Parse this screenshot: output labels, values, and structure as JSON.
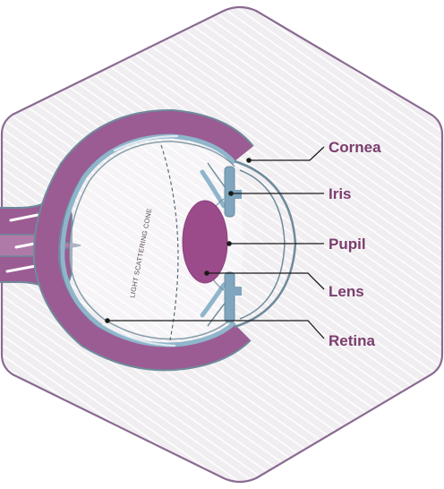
{
  "diagram": {
    "cone_label": "LIGHT SCATTERING CONE",
    "labels": {
      "cornea": "Cornea",
      "iris": "Iris",
      "pupil": "Pupil",
      "lens": "Lens",
      "retina": "Retina"
    }
  },
  "colors": {
    "hexagon_border": "#8a6a92",
    "hexagon_fill": "#f4f2f4",
    "stripe": "#ffffff",
    "eye_wall": "#9b5c93",
    "eye_outline": "#6f8b9b",
    "choroid_band": "#8fb5cb",
    "iris": "#7fa5bf",
    "lens": "#9b4b8a",
    "label_text": "#7a3d6e",
    "leader_line": "#1a1a1a"
  }
}
